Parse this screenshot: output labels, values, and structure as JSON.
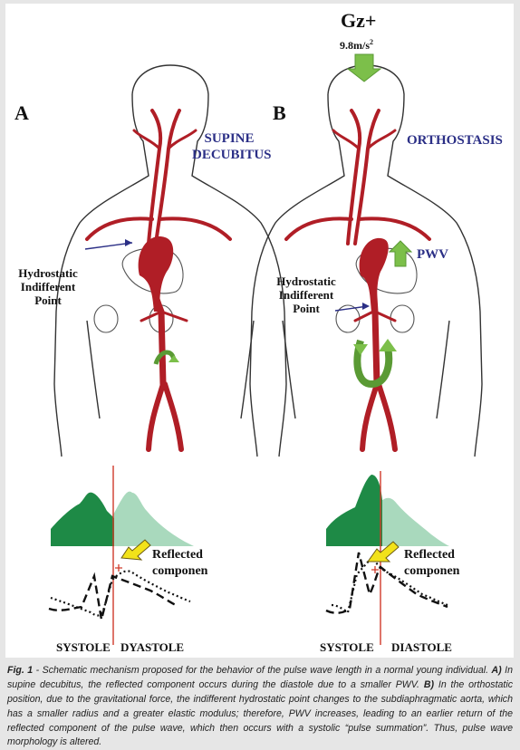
{
  "panel_a": {
    "letter": "A",
    "title_line1": "SUPINE",
    "title_line2": "DECUBITUS",
    "hydrostatic_line1": "Hydrostatic",
    "hydrostatic_line2": "Indifferent",
    "hydrostatic_line3": "Point",
    "reflected_line1": "Reflected",
    "reflected_line2": "componen",
    "systole": "SYSTOLE",
    "diastole": "DYASTOLE"
  },
  "panel_b": {
    "letter": "B",
    "title": "ORTHOSTASIS",
    "gravity_label": "Gz+",
    "gravity_value": "9.8m/s",
    "gravity_exponent": "2",
    "pwv_label": "PWV",
    "hydrostatic_line1": "Hydrostatic",
    "hydrostatic_line2": "Indifferent",
    "hydrostatic_line3": "Point",
    "reflected_line1": "Reflected",
    "reflected_line2": "componen",
    "systole": "SYSTOLE",
    "diastole": "DIASTOLE"
  },
  "caption": {
    "fig_label": "Fig. 1",
    "text_1": " - Schematic mechanism proposed for the behavior of the pulse wave length in a normal young individual. ",
    "a_label": "A)",
    "text_2": " In supine decubitus, the reflected  component occurs during the diastole due to a smaller PWV. ",
    "b_label": "B)",
    "text_3": " In the orthostatic position, due to the gravitational force, the indifferent hydrostatic  point changes to the subdiaphragmatic aorta, which has a smaller radius and a greater elastic modulus; therefore, PWV increases, leading to an earlier return of the reflected component of the pulse wave, which then occurs with a systolic “pulse summation”. Thus, pulse wave morphology is altered."
  },
  "colors": {
    "artery": "#b01e26",
    "systolic_fill": "#1e8a46",
    "diastolic_fill": "#a9d9bd",
    "arrow_green": "#7cbf4a",
    "arrow_yellow": "#f2e21a",
    "label_blue": "#2b2f86",
    "divider": "#cf3a2a"
  }
}
